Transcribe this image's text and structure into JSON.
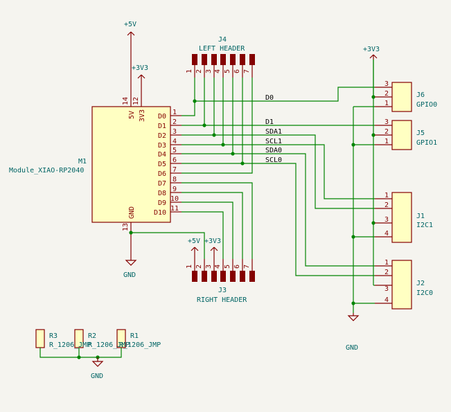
{
  "power": {
    "plus5v": "+5V",
    "plus3v3": "+3V3",
    "gnd": "GND"
  },
  "module": {
    "ref": "M1",
    "value": "Module_XIAO-RP2040",
    "pin_5v": "5V",
    "pin_3v3": "3V3",
    "pin_gnd": "GND",
    "pin14": "14",
    "pin12": "12",
    "pin13": "13",
    "right_pins": [
      {
        "num": "1",
        "name": "D0"
      },
      {
        "num": "2",
        "name": "D1"
      },
      {
        "num": "3",
        "name": "D2"
      },
      {
        "num": "4",
        "name": "D3"
      },
      {
        "num": "5",
        "name": "D4"
      },
      {
        "num": "6",
        "name": "D5"
      },
      {
        "num": "7",
        "name": "D6"
      },
      {
        "num": "8",
        "name": "D7"
      },
      {
        "num": "9",
        "name": "D8"
      },
      {
        "num": "10",
        "name": "D9"
      },
      {
        "num": "11",
        "name": "D10"
      }
    ]
  },
  "j4": {
    "ref": "J4",
    "value": "LEFT HEADER",
    "pins": [
      "1",
      "2",
      "3",
      "4",
      "5",
      "6",
      "7"
    ]
  },
  "j3": {
    "ref": "J3",
    "value": "RIGHT HEADER",
    "pins": [
      "1",
      "2",
      "3",
      "4",
      "5",
      "6",
      "7"
    ]
  },
  "nets": {
    "d0": "D0",
    "d1": "D1",
    "sda1": "SDA1",
    "scl1": "SCL1",
    "sda0": "SDA0",
    "scl0": "SCL0"
  },
  "j6": {
    "ref": "J6",
    "value": "GPIO0",
    "pins": [
      "3",
      "2",
      "1"
    ]
  },
  "j5": {
    "ref": "J5",
    "value": "GPIO1",
    "pins": [
      "3",
      "2",
      "1"
    ]
  },
  "j1": {
    "ref": "J1",
    "value": "I2C1",
    "pins": [
      "1",
      "2",
      "3",
      "4"
    ]
  },
  "j2": {
    "ref": "J2",
    "value": "I2C0",
    "pins": [
      "1",
      "2",
      "3",
      "4"
    ]
  },
  "resistors": [
    {
      "ref": "R3",
      "value": "R_1206_JMP"
    },
    {
      "ref": "R2",
      "value": "R_1206_JMP"
    },
    {
      "ref": "R1",
      "value": "R_1206_JMP"
    }
  ]
}
